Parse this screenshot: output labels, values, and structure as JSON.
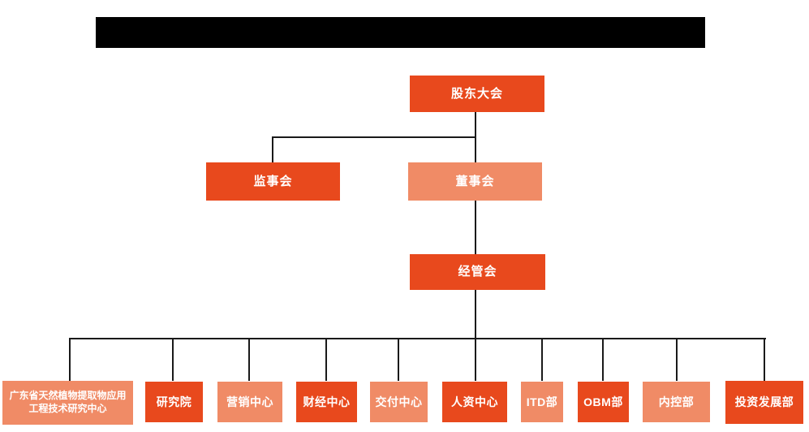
{
  "colors": {
    "primary": "#E8491D",
    "secondary": "#F08B66",
    "connector": "#1A1A1A",
    "redacted": "#000000",
    "text": "#FFFFFF",
    "background": "#FFFFFF"
  },
  "title": {
    "redacted": true
  },
  "org": {
    "level1": {
      "label": "股东大会",
      "variant": "primary"
    },
    "level2": [
      {
        "label": "监事会",
        "variant": "primary"
      },
      {
        "label": "董事会",
        "variant": "secondary"
      }
    ],
    "level3": {
      "label": "经管会",
      "variant": "primary"
    },
    "departments": [
      {
        "label": "广东省天然植物提取物应用工程技术研究中心",
        "variant": "secondary"
      },
      {
        "label": "研究院",
        "variant": "primary"
      },
      {
        "label": "营销中心",
        "variant": "secondary"
      },
      {
        "label": "财经中心",
        "variant": "primary"
      },
      {
        "label": "交付中心",
        "variant": "secondary"
      },
      {
        "label": "人资中心",
        "variant": "primary"
      },
      {
        "label": "ITD部",
        "variant": "secondary"
      },
      {
        "label": "OBM部",
        "variant": "primary"
      },
      {
        "label": "内控部",
        "variant": "secondary"
      },
      {
        "label": "投资发展部",
        "variant": "primary"
      }
    ]
  }
}
